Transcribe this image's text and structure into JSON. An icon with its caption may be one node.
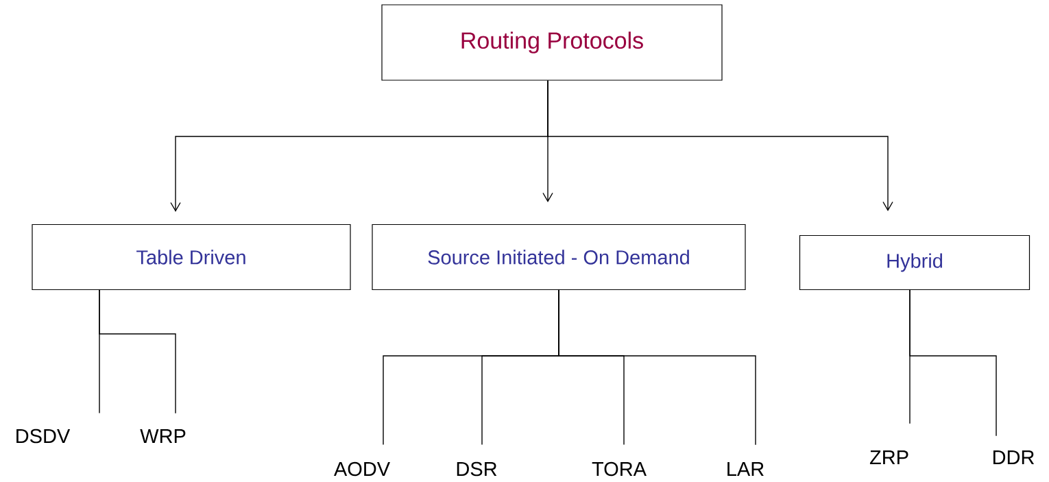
{
  "diagram": {
    "nodes": [
      {
        "text": [
          "Routing Protocols"
        ]
      },
      {
        "text": [
          "Table Driven"
        ]
      },
      {
        "text": [
          "Source Initiated - On Demand"
        ]
      },
      {
        "text": [
          "Hybrid"
        ]
      },
      {
        "text": [
          "DSDV"
        ]
      },
      {
        "text": [
          "WRP"
        ]
      },
      {
        "text": [
          "AODV"
        ]
      },
      {
        "text": [
          "DSR"
        ]
      },
      {
        "text": [
          "TORA"
        ]
      },
      {
        "text": [
          "LAR"
        ]
      },
      {
        "text": [
          "ZRP"
        ]
      },
      {
        "text": [
          "DDR"
        ]
      }
    ],
    "edges": [
      {
        "from": 0,
        "to": 1,
        "arrow": "to"
      },
      {
        "from": 0,
        "to": 2,
        "arrow": "to"
      },
      {
        "from": 0,
        "to": 3,
        "arrow": "to"
      },
      {
        "from": 1,
        "to": 4,
        "arrow": "none"
      },
      {
        "from": 1,
        "to": 5,
        "arrow": "none"
      },
      {
        "from": 2,
        "to": 6,
        "arrow": "none"
      },
      {
        "from": 2,
        "to": 7,
        "arrow": "none"
      },
      {
        "from": 2,
        "to": 8,
        "arrow": "none"
      },
      {
        "from": 2,
        "to": 9,
        "arrow": "none"
      },
      {
        "from": 3,
        "to": 10,
        "arrow": "none"
      },
      {
        "from": 3,
        "to": 11,
        "arrow": "none"
      }
    ]
  }
}
